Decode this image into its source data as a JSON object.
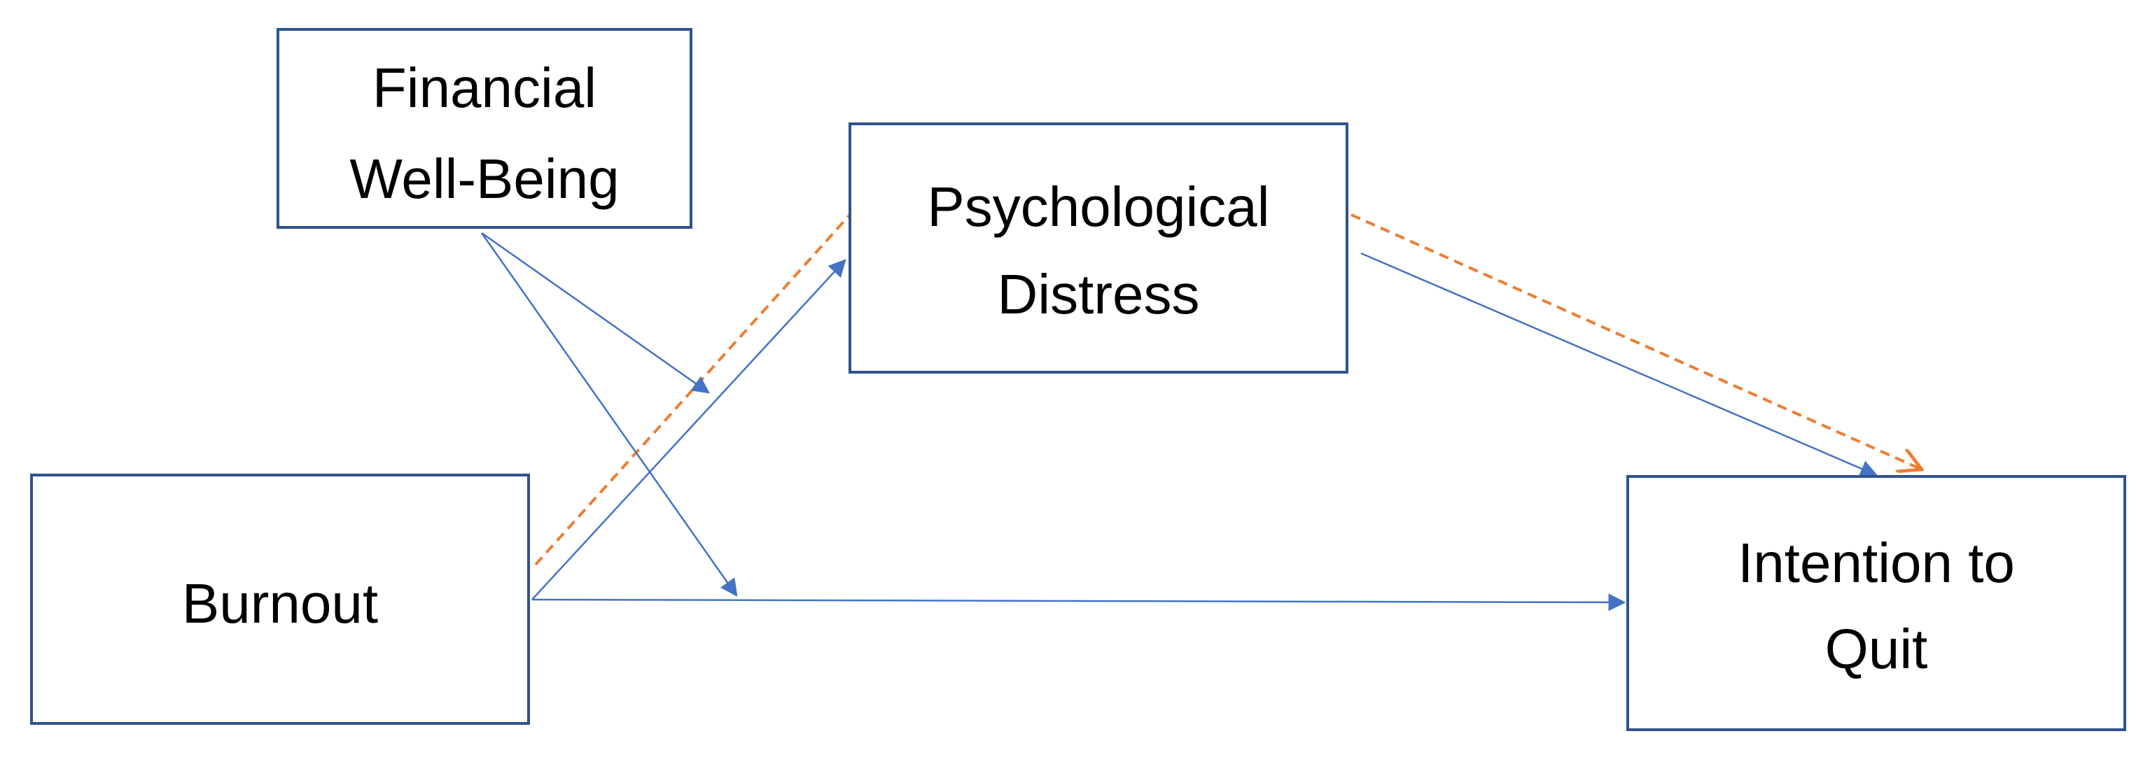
{
  "nodes": {
    "financial_wellbeing": {
      "line1": "Financial",
      "line2": "Well-Being"
    },
    "psychological_distress": {
      "line1": "Psychological",
      "line2": "Distress"
    },
    "burnout": {
      "label": "Burnout"
    },
    "intention_to_quit": {
      "line1": "Intention to",
      "line2": "Quit"
    }
  },
  "colors": {
    "box_border": "#2f528f",
    "direct_path": "#4472c4",
    "indirect_path": "#ed7d31",
    "text": "#000000",
    "background": "#ffffff"
  }
}
